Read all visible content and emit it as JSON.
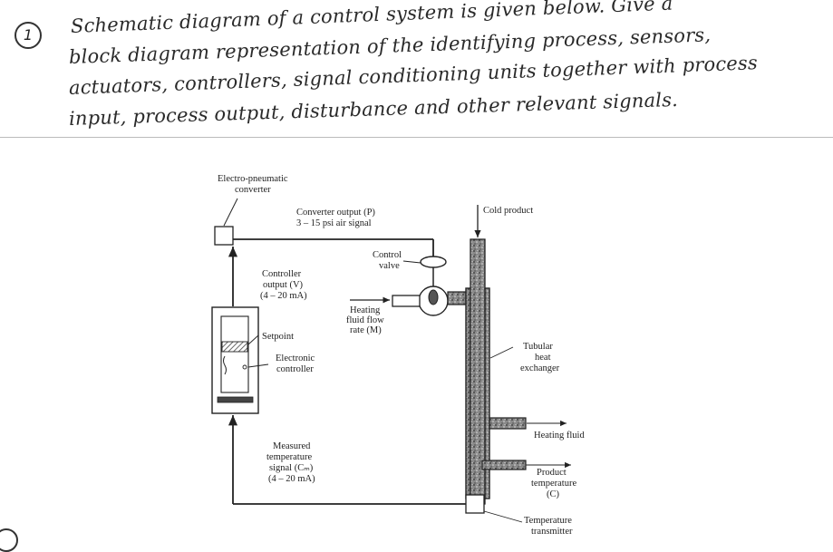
{
  "question": {
    "number": "1",
    "lines": [
      "Schematic diagram of a control system is given below. Give a",
      "block diagram representation of the identifying process, sensors,",
      "actuators, controllers, signal conditioning units together with process",
      "input, process output, disturbance and other relevant signals."
    ]
  },
  "diagram": {
    "labels": {
      "ep_converter_1": "Electro-pneumatic",
      "ep_converter_2": "converter",
      "converter_output_1": "Converter output (P)",
      "converter_output_2": "3 – 15 psi air signal",
      "cold_product": "Cold product",
      "control_valve_1": "Control",
      "control_valve_2": "valve",
      "controller_output_1": "Controller",
      "controller_output_2": "output (V)",
      "controller_output_3": "(4 – 20 mA)",
      "heating_flow_1": "Heating",
      "heating_flow_2": "fluid flow",
      "heating_flow_3": "rate (M)",
      "setpoint": "Setpoint",
      "electronic_controller_1": "Electronic",
      "electronic_controller_2": "controller",
      "heat_exchanger_1": "Tubular",
      "heat_exchanger_2": "heat",
      "heat_exchanger_3": "exchanger",
      "heating_fluid": "Heating fluid",
      "measured_temp_1": "Measured",
      "measured_temp_2": "temperature",
      "measured_temp_3": "signal (Cₘ)",
      "measured_temp_4": "(4 – 20 mA)",
      "product_temp_1": "Product",
      "product_temp_2": "temperature",
      "product_temp_3": "(C)",
      "temp_transmitter_1": "Temperature",
      "temp_transmitter_2": "transmitter"
    }
  }
}
